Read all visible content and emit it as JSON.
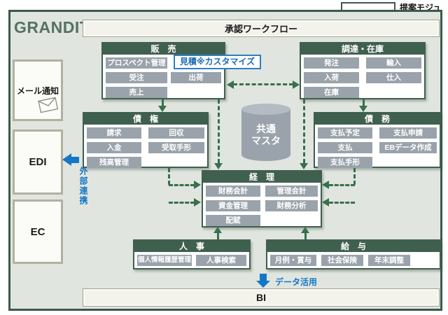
{
  "brand": "GRANDIT",
  "legend": {
    "label": "提案モジュール"
  },
  "approval_bar": {
    "label": "承認ワークフロー"
  },
  "bi_bar": {
    "label": "BI"
  },
  "left_panel": {
    "mail_label": "メール通知",
    "edi_label": "EDI",
    "ec_label": "EC",
    "external_link_label": "外部連携"
  },
  "center": {
    "common_master_line1": "共通",
    "common_master_line2": "マスタ",
    "data_usage_label": "データ活用"
  },
  "modules": {
    "sales": {
      "title": "販　売",
      "items": [
        {
          "label": "プロスペクト管理"
        },
        {
          "label": "見積※カスタマイズ",
          "proposed": true
        },
        {
          "label": "受注"
        },
        {
          "label": "出荷"
        },
        {
          "label": "売上"
        }
      ]
    },
    "procurement": {
      "title": "調達・在庫",
      "items": [
        {
          "label": "発注"
        },
        {
          "label": "輸入"
        },
        {
          "label": "入荷"
        },
        {
          "label": "仕入"
        },
        {
          "label": "在庫"
        }
      ]
    },
    "receivables": {
      "title": "債　権",
      "items": [
        {
          "label": "請求"
        },
        {
          "label": "回収"
        },
        {
          "label": "入金"
        },
        {
          "label": "受取手形"
        },
        {
          "label": "残高管理"
        }
      ]
    },
    "payables": {
      "title": "債　務",
      "items": [
        {
          "label": "支払予定"
        },
        {
          "label": "支払申請"
        },
        {
          "label": "支払"
        },
        {
          "label": "EBデータ作成"
        },
        {
          "label": "支払手形"
        }
      ]
    },
    "accounting": {
      "title": "経　理",
      "items": [
        {
          "label": "財務会計"
        },
        {
          "label": "管理会計"
        },
        {
          "label": "資金管理"
        },
        {
          "label": "財務分析"
        },
        {
          "label": "配賦"
        }
      ]
    },
    "hr": {
      "title": "人　事",
      "items": [
        {
          "label": "個人情報履歴管理"
        },
        {
          "label": "人事検索"
        }
      ]
    },
    "payroll": {
      "title": "給　与",
      "items": [
        {
          "label": "月例・賞与"
        },
        {
          "label": "社会保険"
        },
        {
          "label": "年末調整"
        }
      ]
    }
  },
  "colors": {
    "header_green": "#40604f",
    "arrow_green": "#35714d",
    "button_gray": "#9aa3ab",
    "link_blue": "#1377c8",
    "proposed_blue_border": "#2e7ec6",
    "background": "#e1e5df"
  }
}
